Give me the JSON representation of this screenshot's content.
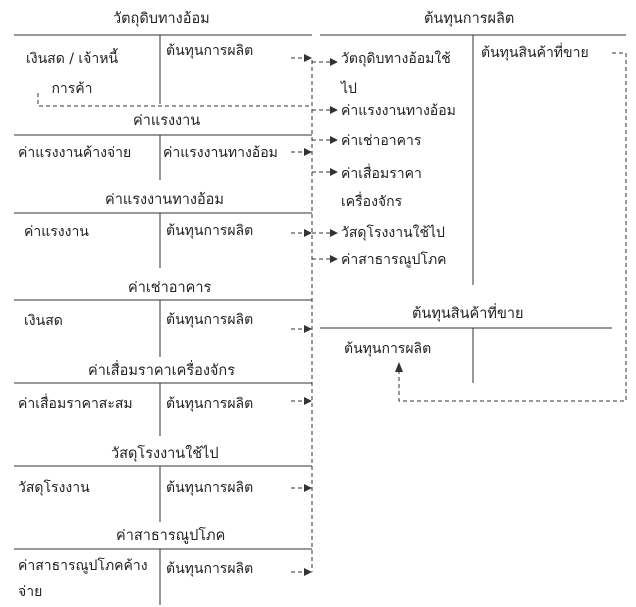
{
  "accounts": [
    {
      "title": "วัตถุดิบทางอ้อม",
      "debit": "เงินสด / เจ้าหนี้การค้า",
      "credit": "ต้นทุนการผลิต"
    },
    {
      "title": "ค่าแรงงาน",
      "debit": "ค่าแรงงานค้างจ่าย",
      "credit": "ค่าแรงงานทางอ้อม"
    },
    {
      "title": "ค่าแรงงานทางอ้อม",
      "debit": "ค่าแรงงาน",
      "credit": "ต้นทุนการผลิต"
    },
    {
      "title": "ค่าเช่าอาคาร",
      "debit": "เงินสด",
      "credit": "ต้นทุนการผลิต"
    },
    {
      "title": "ค่าเสื่อมราคาเครื่องจักร",
      "debit": "ค่าเสื่อมราคาสะสม",
      "credit": "ต้นทุนการผลิต"
    },
    {
      "title": "วัสดุโรงงานใช้ไป",
      "debit": "วัสดุโรงงาน",
      "credit": "ต้นทุนการผลิต"
    },
    {
      "title": "ค่าสาธารณูปโภค",
      "debit": "ค่าสาธารณูปโภคค้างจ่าย",
      "credit": "ต้นทุนการผลิต"
    }
  ],
  "production_cost": {
    "title": "ต้นทุนการผลิต",
    "debits": [
      "วัตถุดิบทางอ้อมใช้ไป",
      "ค่าแรงงานทางอ้อม",
      "ค่าเช่าอาคาร",
      "ค่าเสื่อมราคาเครื่องจักร",
      "วัสดุโรงงานใช้ไป",
      "ค่าสาธารณูปโภค"
    ],
    "credit": "ต้นทุนสินค้าที่ขาย"
  },
  "cogs": {
    "title": "ต้นทุนสินค้าที่ขาย",
    "debit": "ต้นทุนการผลิต"
  }
}
